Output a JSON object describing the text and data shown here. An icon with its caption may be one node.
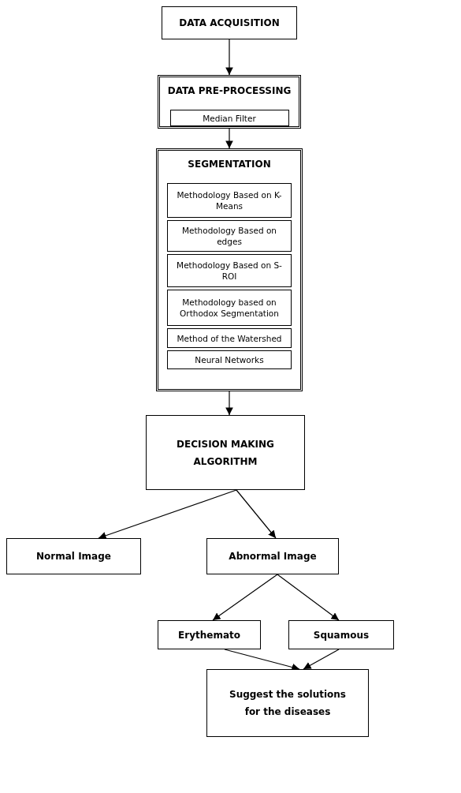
{
  "diagram": {
    "nodes": [
      {
        "text": [
          "DATA ACQUISITION"
        ]
      },
      {
        "text": [
          "DATA PRE-PROCESSING"
        ]
      },
      {
        "text": [
          "Median Filter"
        ],
        "in": 1
      },
      {
        "text": [
          "SEGMENTATION"
        ]
      },
      {
        "text": [
          "Methodology Based on K-Means"
        ],
        "in": 3
      },
      {
        "text": [
          "Methodology Based on edges"
        ],
        "in": 3
      },
      {
        "text": [
          "Methodology Based on S-ROI"
        ],
        "in": 3
      },
      {
        "text": [
          "Methodology based on Orthodox Segmentation"
        ],
        "in": 3
      },
      {
        "text": [
          "Method of the Watershed"
        ],
        "in": 3
      },
      {
        "text": [
          "Neural Networks"
        ],
        "in": 3
      },
      {
        "text": [
          "DECISION MAKING ALGORITHM"
        ]
      },
      {
        "text": [
          "Normal Image"
        ]
      },
      {
        "text": [
          "Abnormal Image"
        ]
      },
      {
        "text": [
          "Erythemato"
        ]
      },
      {
        "text": [
          "Squamous"
        ]
      },
      {
        "text": [
          "Suggest the solutions for the diseases"
        ]
      }
    ],
    "edges": [
      {
        "from": 0,
        "to": 1,
        "arrow": "to"
      },
      {
        "from": 1,
        "to": 3,
        "arrow": "to"
      },
      {
        "from": 3,
        "to": 10,
        "arrow": "to"
      },
      {
        "from": 10,
        "to": 11,
        "arrow": "to"
      },
      {
        "from": 10,
        "to": 12,
        "arrow": "to"
      },
      {
        "from": 12,
        "to": 13,
        "arrow": "to"
      },
      {
        "from": 12,
        "to": 14,
        "arrow": "to"
      },
      {
        "from": 13,
        "to": 15,
        "arrow": "to"
      },
      {
        "from": 14,
        "to": 15,
        "arrow": "to"
      }
    ]
  }
}
